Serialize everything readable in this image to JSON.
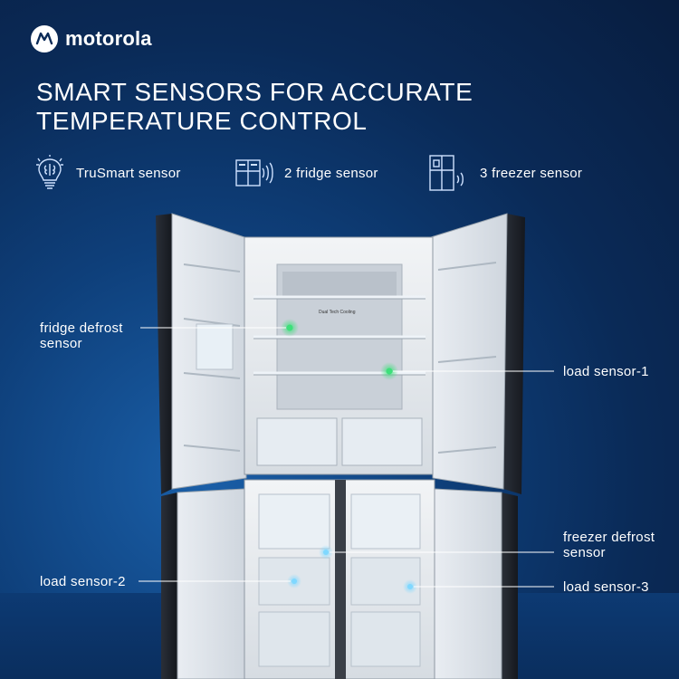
{
  "brand": {
    "name": "motorola"
  },
  "headline": {
    "line1": "SMART SENSORS FOR ACCURATE",
    "line2": "TEMPERATURE CONTROL"
  },
  "features": [
    {
      "icon": "brain-bulb-icon",
      "label": "TruSmart sensor"
    },
    {
      "icon": "fridge-sensor-icon",
      "label": "2 fridge sensor"
    },
    {
      "icon": "freezer-sensor-icon",
      "label": "3 freezer sensor"
    }
  ],
  "fridge": {
    "inner_label": "Dual Tech Cooling"
  },
  "callouts": {
    "fridge_defrost": {
      "line1": "fridge defrost",
      "line2": "sensor"
    },
    "load_sensor_1": "load sensor-1",
    "freezer_defrost": {
      "line1": "freezer defrost",
      "line2": "sensor"
    },
    "load_sensor_2": "load sensor-2",
    "load_sensor_3": "load sensor-3"
  },
  "colors": {
    "fridge_sensor_dot": "#3de07a",
    "freezer_sensor_dot": "#7fd8ff",
    "accent_blue": "#1a5fa8"
  }
}
